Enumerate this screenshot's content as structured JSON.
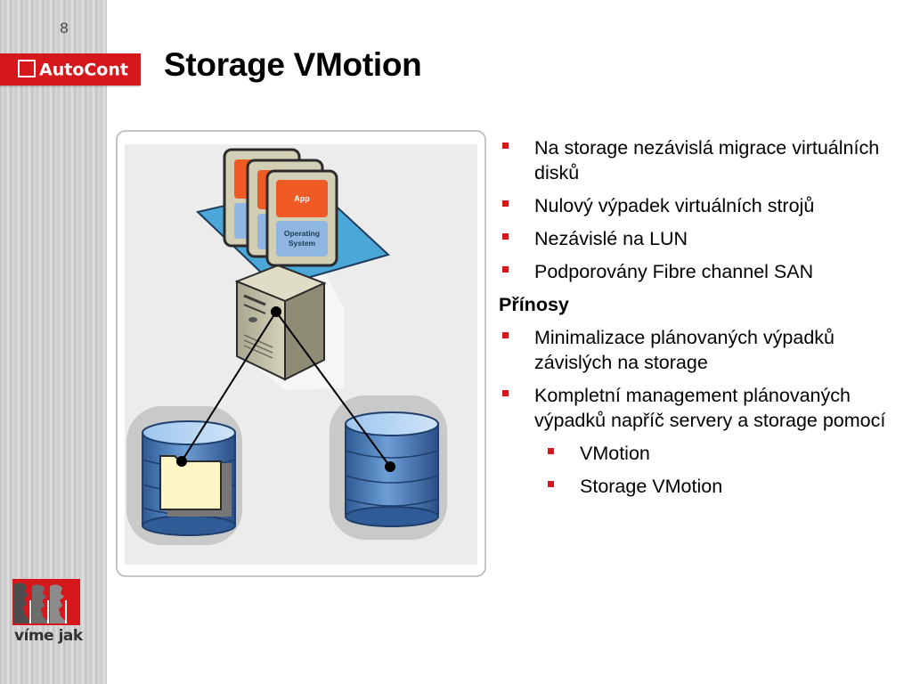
{
  "slide": {
    "number": "8",
    "title": "Storage VMotion"
  },
  "brand": {
    "name": "AutoCont",
    "tagline": "víme jak",
    "color": "#d6171c"
  },
  "diagram": {
    "vm_app_label": "App",
    "vm_os_label_1": "Operating",
    "vm_os_label_2": "System"
  },
  "bullets": {
    "items": [
      {
        "text": "Na storage nezávislá migrace virtuálních disků"
      },
      {
        "text": "Nulový výpadek virtuálních strojů"
      },
      {
        "text": "Nezávislé na LUN"
      },
      {
        "text": "Podporovány Fibre channel SAN"
      }
    ],
    "benefits_heading": "Přínosy",
    "benefits": [
      {
        "text": "Minimalizace plánovaných výpadků závislých na storage"
      },
      {
        "text": "Kompletní management plánovaných výpadků napříč servery a storage pomocí"
      }
    ],
    "sub_items": [
      {
        "text": "VMotion"
      },
      {
        "text": "Storage VMotion"
      }
    ]
  }
}
